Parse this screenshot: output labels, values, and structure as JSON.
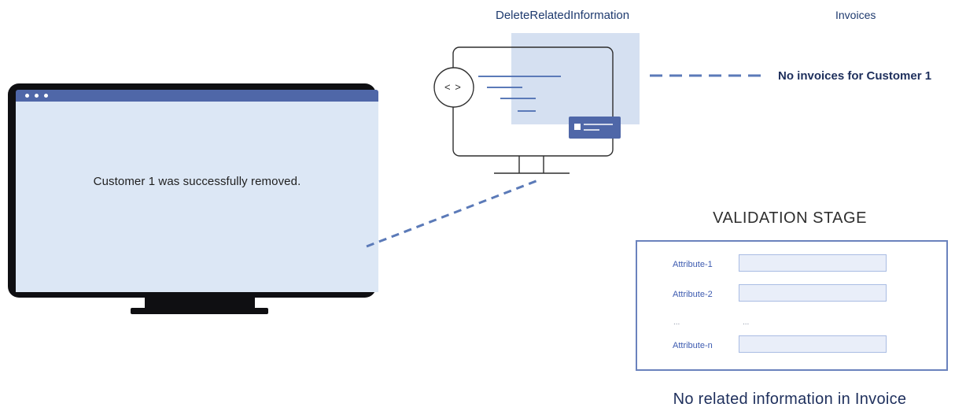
{
  "monitor": {
    "message": "Customer 1 was successfully removed."
  },
  "procedure": {
    "title": "DeleteRelatedInformation",
    "code_glyph": "< >"
  },
  "invoices": {
    "title": "Invoices",
    "status": "No invoices for Customer 1"
  },
  "validation": {
    "title": "VALIDATION STAGE",
    "attributes": [
      {
        "label": "Attribute-1"
      },
      {
        "label": "Attribute-2"
      },
      {
        "label": "..."
      },
      {
        "label": "Attribute-n"
      }
    ],
    "ellipsis": "...",
    "footer": "No related information in Invoice"
  },
  "colors": {
    "accent": "#4f67a8",
    "screen": "#dce7f5",
    "highlight": "#d5e0f1",
    "dark": "#0f0f12"
  }
}
